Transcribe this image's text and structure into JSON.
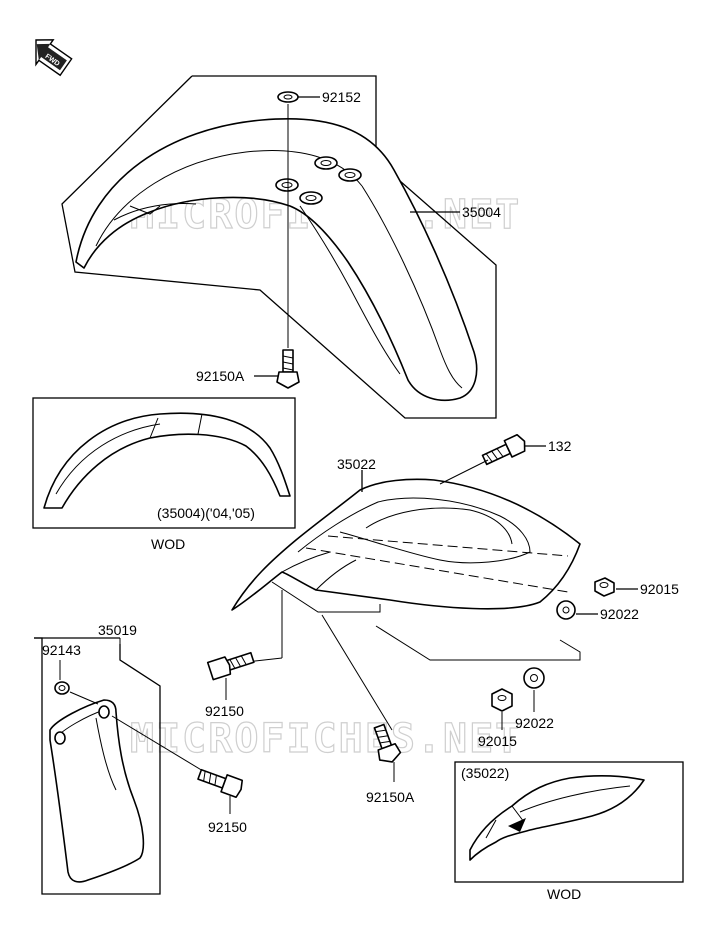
{
  "watermark": "MICROFICHES.NET",
  "fwd_badge": "FWD",
  "callouts": {
    "washer_top": "92152",
    "front_fender": "35004",
    "bolt_front": "92150A",
    "bolt_132": "132",
    "rear_fender": "35022",
    "nut_right": "92015",
    "washer_right": "92022",
    "washer_lower": "92022",
    "nut_lower": "92015",
    "bolt_rear_center": "92150A",
    "bolt_rear_left": "92150",
    "side_plate": "35019",
    "grommet": "92143",
    "bolt_plate": "92150"
  },
  "inset_front": {
    "caption": "(35004)('04,'05)",
    "label": "WOD"
  },
  "inset_rear": {
    "caption": "(35022)",
    "label": "WOD"
  }
}
